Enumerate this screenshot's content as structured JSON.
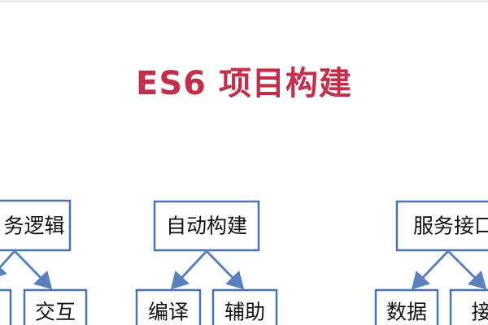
{
  "title": "ES6 项目构建",
  "colors": {
    "title": "#c0304a",
    "box_border": "#4a72b0",
    "arrow": "#5a80bd"
  },
  "nodes": {
    "left_parent": "务逻辑",
    "left_child_1": "",
    "left_child_2": "交互",
    "center_parent": "自动构建",
    "center_child_1": "编译",
    "center_child_2": "辅助",
    "right_parent": "服务接口",
    "right_child_1": "数据",
    "right_child_2": "接"
  }
}
